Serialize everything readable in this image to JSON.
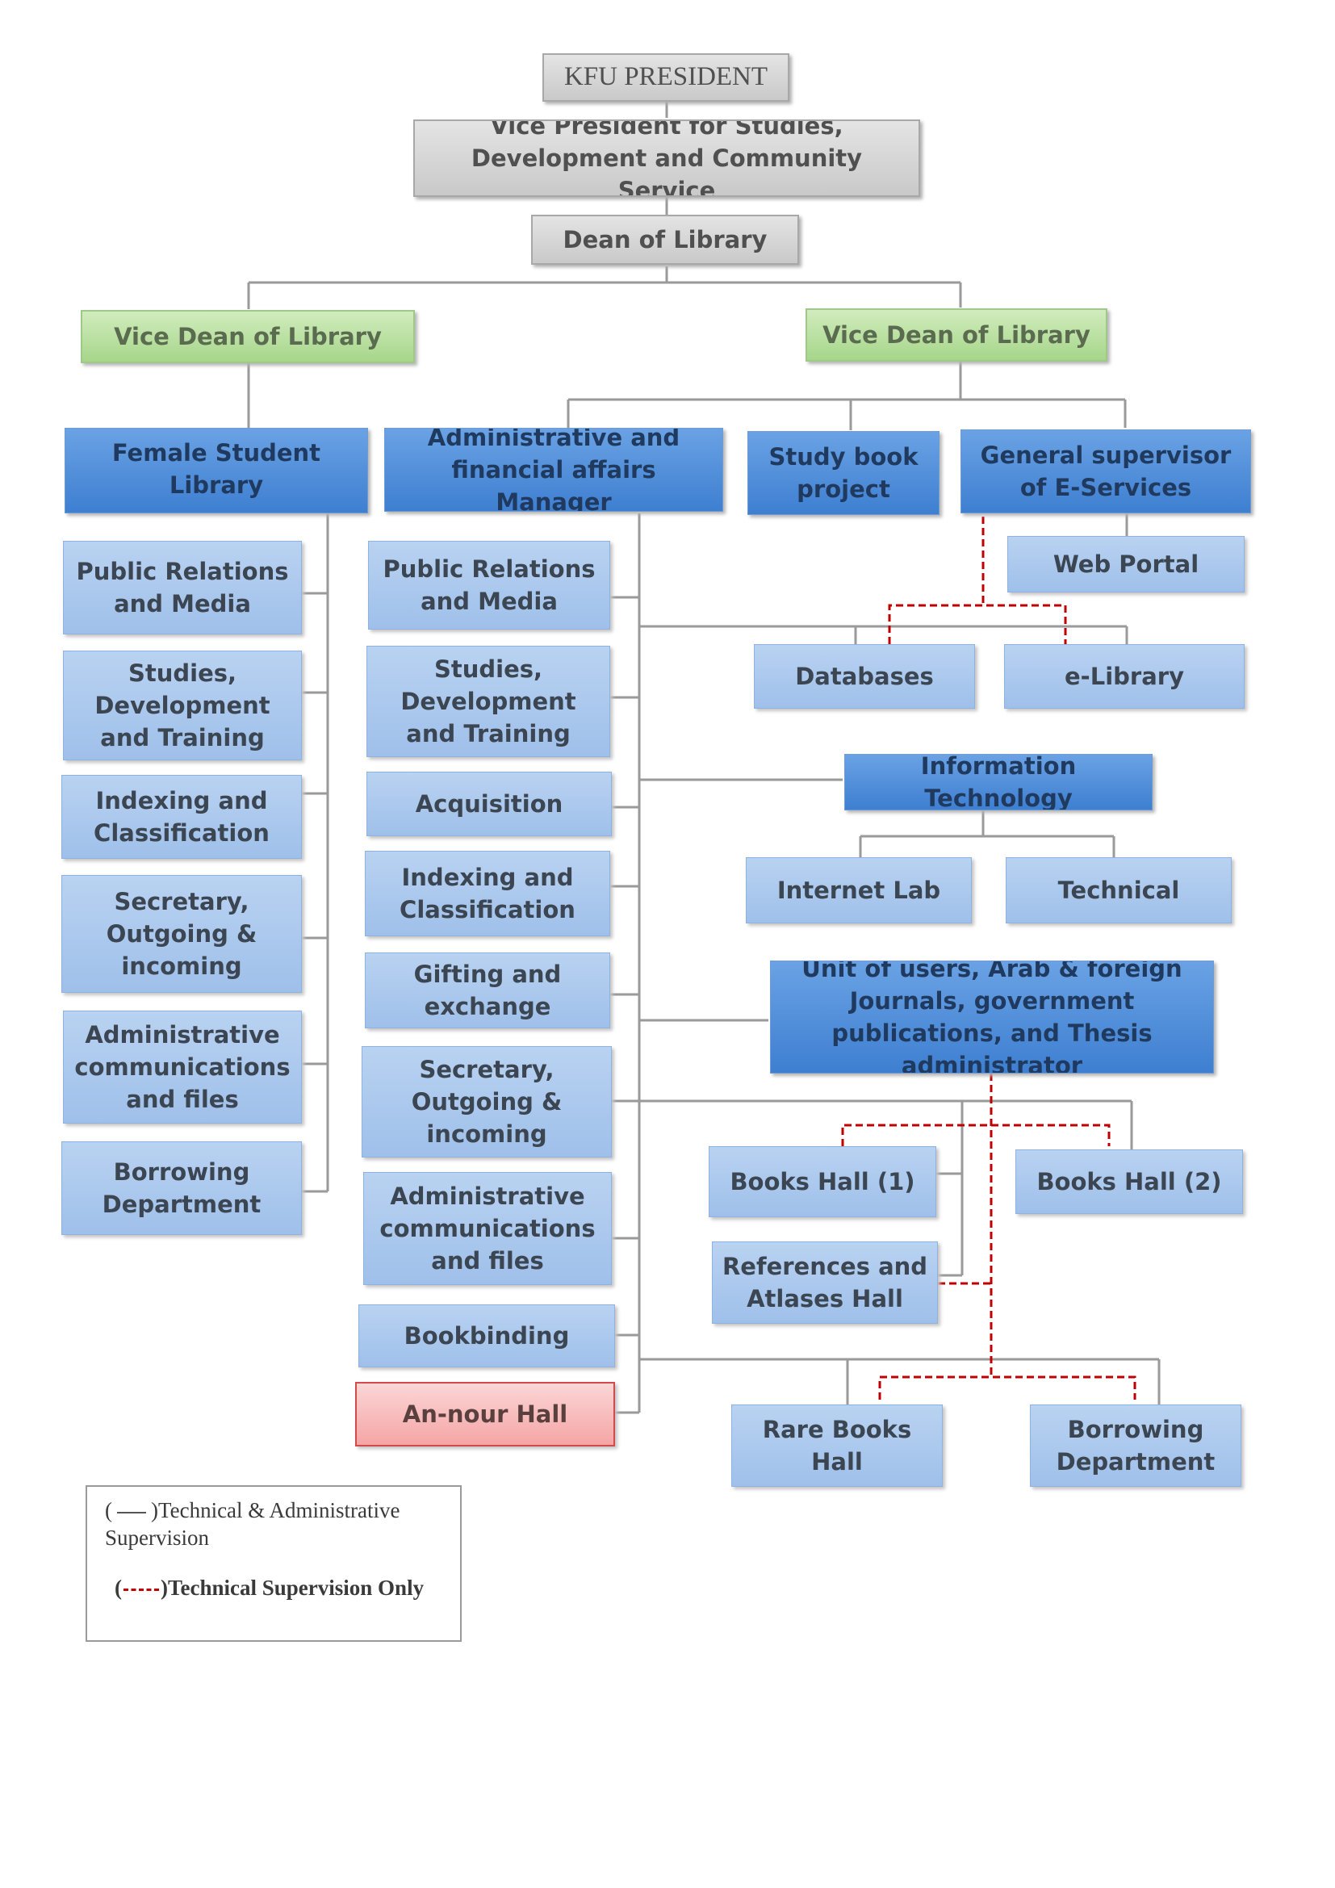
{
  "title": "KFU PRESIDENT",
  "top": {
    "vice_president": "Vice President for Studies, Development and Community Service",
    "dean": "Dean of Library",
    "vice_dean_left": "Vice Dean of Library",
    "vice_dean_right": "Vice Dean of Library"
  },
  "female_library": {
    "title": "Female Student Library",
    "units": [
      "Public Relations and Media",
      "Studies, Development and Training",
      "Indexing and Classification",
      "Secretary, Outgoing & incoming",
      "Administrative communications and files",
      "Borrowing Department"
    ]
  },
  "admin_manager": {
    "title": "Administrative and financial affairs Manager",
    "units": [
      "Public Relations and Media",
      "Studies, Development and Training",
      "Acquisition",
      "Indexing and Classification",
      "Gifting and exchange",
      "Secretary, Outgoing & incoming",
      "Administrative communications and files",
      "Bookbinding",
      "An-nour Hall"
    ]
  },
  "study_book": "Study book project",
  "eservices": {
    "title": "General supervisor of E-Services",
    "web_portal": "Web Portal",
    "databases": "Databases",
    "elibrary": "e-Library"
  },
  "it": {
    "title": "Information Technology",
    "internet_lab": "Internet Lab",
    "technical": "Technical"
  },
  "users_unit": {
    "title": "Unit of users, Arab & foreign Journals, government publications, and Thesis administrator",
    "books_hall_1": "Books Hall (1)",
    "books_hall_2": "Books Hall (2)",
    "references": "References and Atlases Hall",
    "rare_books": "Rare Books Hall",
    "borrowing": "Borrowing Department"
  },
  "legend": {
    "solid_open": "(",
    "solid_text": ")Technical & Administrative Supervision",
    "dashed_open": "(",
    "dashed_text": ")Technical  Supervision Only"
  },
  "colors": {
    "connector": "#9a9a9a",
    "technical_only": "#c00000",
    "box_gray": "#d4d4d4",
    "box_green": "#b7e0a0",
    "box_blue": "#4a89d6",
    "box_light_blue": "#aac8ee",
    "box_pink": "#f8b9b9"
  }
}
